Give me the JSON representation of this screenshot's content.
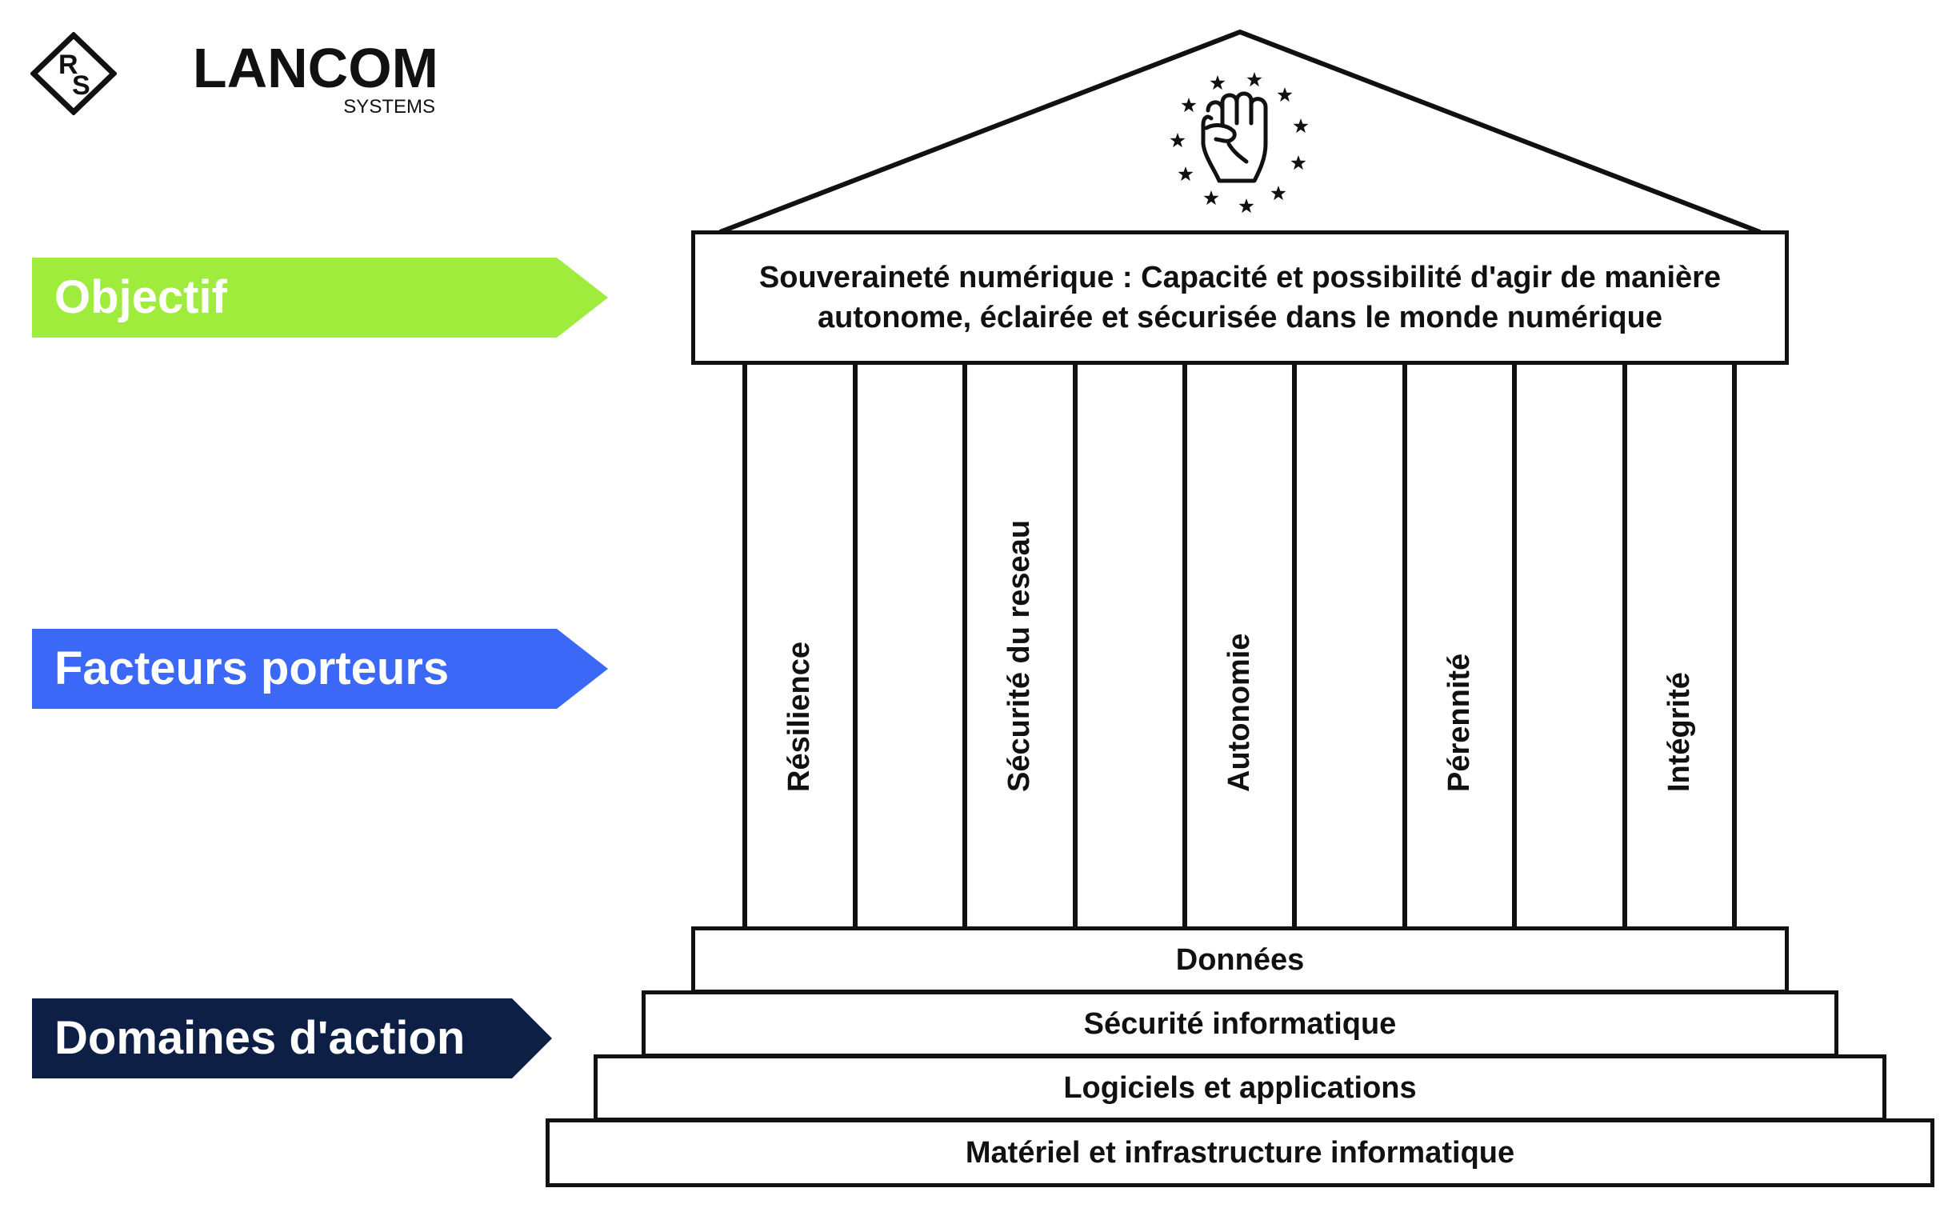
{
  "brand": {
    "rs_logo_letters": [
      "R",
      "S"
    ],
    "company_name": "LANCOM",
    "company_sub": "SYSTEMS"
  },
  "labels": {
    "objectif": "Objectif",
    "facteurs": "Facteurs porteurs",
    "domaines": "Domaines d'action"
  },
  "colors": {
    "objectif": "#9FEC3C",
    "facteurs": "#3B68F6",
    "domaines": "#0D1F45",
    "facteurs_text": "#ffffff",
    "domaines_text": "#ffffff",
    "objectif_text": "#ffffff"
  },
  "roof": {
    "emblem": "raised-fist-with-stars-icon"
  },
  "goal": {
    "text": "Souveraineté numérique : Capacité et possibilité d'agir de manière autonome, éclairée et sécurisée dans le monde numérique"
  },
  "pillars": [
    "Résilience",
    "Sécurité du reseau",
    "Autonomie",
    "Pérennité",
    "Intégrité"
  ],
  "foundation": [
    "Données",
    "Sécurité informatique",
    "Logiciels et applications",
    "Matériel et infrastructure informatique"
  ]
}
